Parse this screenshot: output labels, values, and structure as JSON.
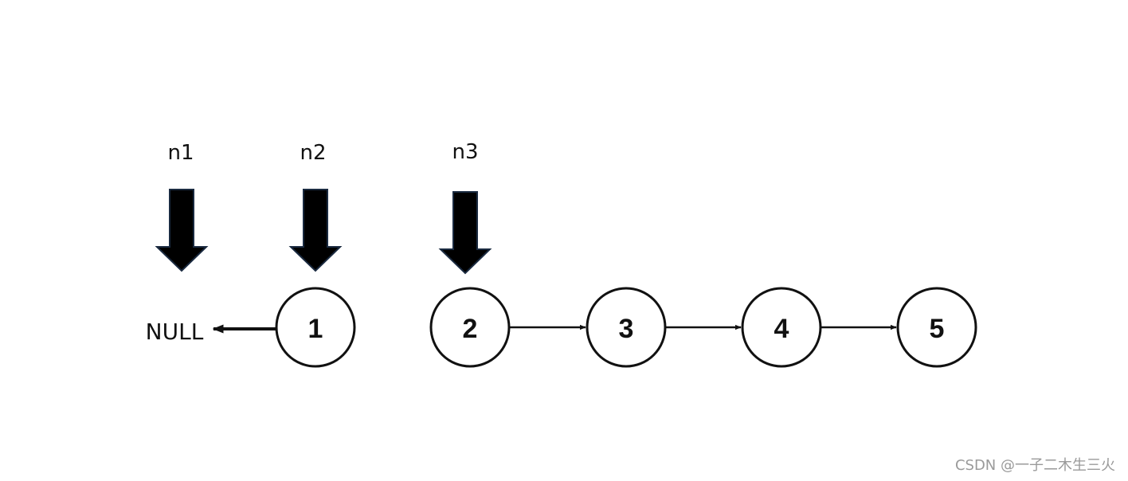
{
  "pointers": [
    {
      "label": "n1",
      "target": "null"
    },
    {
      "label": "n2",
      "target": "1"
    },
    {
      "label": "n3",
      "target": "2"
    }
  ],
  "null_label": "NULL",
  "nodes": [
    {
      "label": "1"
    },
    {
      "label": "2"
    },
    {
      "label": "3"
    },
    {
      "label": "4"
    },
    {
      "label": "5"
    }
  ],
  "links": [
    {
      "from": "1",
      "to": "NULL"
    },
    {
      "from": "2",
      "to": "3"
    },
    {
      "from": "3",
      "to": "4"
    },
    {
      "from": "4",
      "to": "5"
    }
  ],
  "watermark": "CSDN @一子二木生三火"
}
